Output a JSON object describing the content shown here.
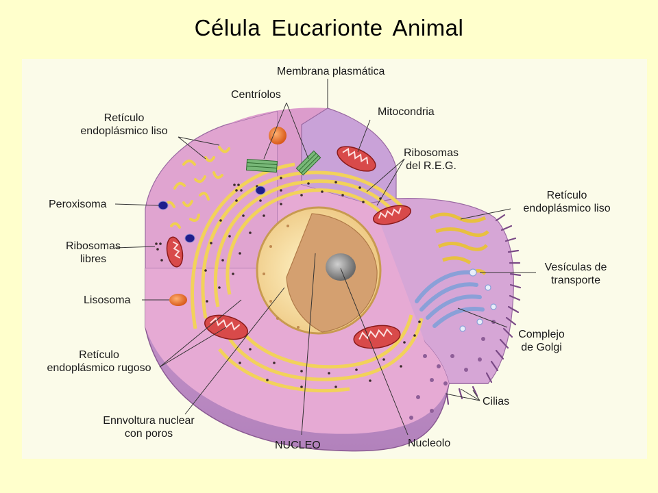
{
  "title": "Célula Eucarionte Animal",
  "labels": {
    "membrana": "Membrana plasmática",
    "centriolos": "Centríolos",
    "mitocondria": "Mitocondria",
    "rel_left_1": "Retículo",
    "rel_left_2": "endoplásmico liso",
    "ribosomas_reg_1": "Ribosomas",
    "ribosomas_reg_2": "del R.E.G.",
    "rel_right_1": "Retículo",
    "rel_right_2": "endoplásmico liso",
    "peroxisoma": "Peroxisoma",
    "ribosomas_libres_1": "Ribosomas",
    "ribosomas_libres_2": "libres",
    "vesiculas_1": "Vesículas de",
    "vesiculas_2": "transporte",
    "lisosoma": "Lisosoma",
    "golgi_1": "Complejo",
    "golgi_2": "de Golgi",
    "rer_1": "Retículo",
    "rer_2": "endoplásmico rugoso",
    "cilias": "Cilias",
    "envoltura_1": "Ennvoltura nuclear",
    "envoltura_2": "con poros",
    "nucleo": "NUCLEO",
    "nucleolo": "Nucleolo"
  },
  "colors": {
    "background": "#ffffcc",
    "cell_panel": "#fbfbe9",
    "cytoplasm_pink": "#e3a4cf",
    "cytoplasm_violet": "#c8a0d6",
    "membrane_bottom": "#c08ec5",
    "er_yellow": "#f6dc6a",
    "nucleus": "#f4d89a",
    "nucleus_inner": "#d8a878",
    "nucleolo": "#8a8a8a",
    "mitochondria": "#d24848",
    "golgi": "#b8c8ec",
    "peroxisome": "#1a1a7a",
    "lysosome": "#e8702a"
  }
}
